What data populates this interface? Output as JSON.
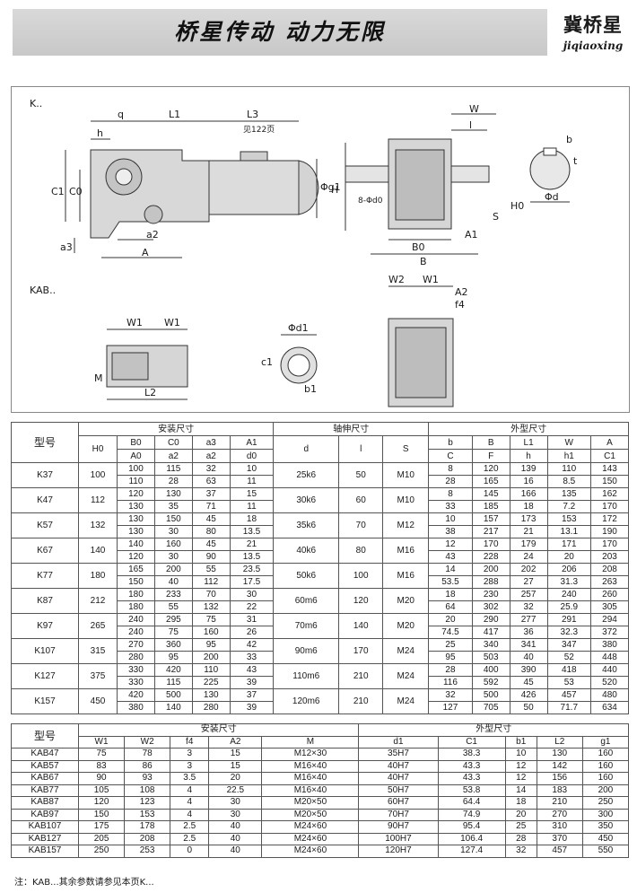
{
  "header": {
    "title": "桥星传动  动力无限"
  },
  "brand": {
    "cn": "冀桥星",
    "en": "jiqiaoxing"
  },
  "drawing": {
    "label_k": "K..",
    "label_kab": "KAB..",
    "note_122": "见122页",
    "dims": {
      "q": "q",
      "L1": "L1",
      "L3": "L3",
      "h": "h",
      "C1": "C1",
      "C0": "C0",
      "a3": "a3",
      "a2": "a2",
      "A": "A",
      "g1": "Φg1",
      "W": "W",
      "l": "l",
      "H": "H",
      "d0": "8-Φd0",
      "S": "S",
      "H0": "H0",
      "B0": "B0",
      "A1": "A1",
      "B": "B",
      "b": "b",
      "t": "t",
      "d": "Φd",
      "W2": "W2",
      "W1": "W1",
      "A2": "A2",
      "f4": "f4",
      "M": "M",
      "L2": "L2",
      "d1": "Φd1",
      "c1": "c1",
      "b1": "b1"
    }
  },
  "table1": {
    "h_model": "型号",
    "h_install": "安装尺寸",
    "h_shaft": "轴伸尺寸",
    "h_outline": "外型尺寸",
    "sub1": [
      "H0",
      "B0",
      "C0",
      "a3",
      "A1",
      "d",
      "l",
      "S",
      "b",
      "B",
      "L1",
      "W",
      "A"
    ],
    "sub2": [
      "A0",
      "a2",
      "a2",
      "d0",
      "C",
      "F",
      "h",
      "h1",
      "C1"
    ],
    "rows": [
      {
        "m": "K37",
        "H0": "100",
        "r1": [
          "100",
          "115",
          "32",
          "10"
        ],
        "r2": [
          "110",
          "28",
          "63",
          "11"
        ],
        "d": "25k6",
        "l": "50",
        "S": "M10",
        "o1": [
          "8",
          "120",
          "139",
          "110",
          "143"
        ],
        "o2": [
          "28",
          "165",
          "16",
          "8.5",
          "150"
        ]
      },
      {
        "m": "K47",
        "H0": "112",
        "r1": [
          "120",
          "130",
          "37",
          "15"
        ],
        "r2": [
          "130",
          "35",
          "71",
          "11"
        ],
        "d": "30k6",
        "l": "60",
        "S": "M10",
        "o1": [
          "8",
          "145",
          "166",
          "135",
          "162"
        ],
        "o2": [
          "33",
          "185",
          "18",
          "7.2",
          "170"
        ]
      },
      {
        "m": "K57",
        "H0": "132",
        "r1": [
          "130",
          "150",
          "45",
          "18"
        ],
        "r2": [
          "130",
          "30",
          "80",
          "13.5"
        ],
        "d": "35k6",
        "l": "70",
        "S": "M12",
        "o1": [
          "10",
          "157",
          "173",
          "153",
          "172"
        ],
        "o2": [
          "38",
          "217",
          "21",
          "13.1",
          "190"
        ]
      },
      {
        "m": "K67",
        "H0": "140",
        "r1": [
          "140",
          "160",
          "45",
          "21"
        ],
        "r2": [
          "120",
          "30",
          "90",
          "13.5"
        ],
        "d": "40k6",
        "l": "80",
        "S": "M16",
        "o1": [
          "12",
          "170",
          "179",
          "171",
          "170"
        ],
        "o2": [
          "43",
          "228",
          "24",
          "20",
          "203"
        ]
      },
      {
        "m": "K77",
        "H0": "180",
        "r1": [
          "165",
          "200",
          "55",
          "23.5"
        ],
        "r2": [
          "150",
          "40",
          "112",
          "17.5"
        ],
        "d": "50k6",
        "l": "100",
        "S": "M16",
        "o1": [
          "14",
          "200",
          "202",
          "206",
          "208"
        ],
        "o2": [
          "53.5",
          "288",
          "27",
          "31.3",
          "263"
        ]
      },
      {
        "m": "K87",
        "H0": "212",
        "r1": [
          "180",
          "233",
          "70",
          "30"
        ],
        "r2": [
          "180",
          "55",
          "132",
          "22"
        ],
        "d": "60m6",
        "l": "120",
        "S": "M20",
        "o1": [
          "18",
          "230",
          "257",
          "240",
          "260"
        ],
        "o2": [
          "64",
          "302",
          "32",
          "25.9",
          "305"
        ]
      },
      {
        "m": "K97",
        "H0": "265",
        "r1": [
          "240",
          "295",
          "75",
          "31"
        ],
        "r2": [
          "240",
          "75",
          "160",
          "26"
        ],
        "d": "70m6",
        "l": "140",
        "S": "M20",
        "o1": [
          "20",
          "290",
          "277",
          "291",
          "294"
        ],
        "o2": [
          "74.5",
          "417",
          "36",
          "32.3",
          "372"
        ]
      },
      {
        "m": "K107",
        "H0": "315",
        "r1": [
          "270",
          "360",
          "95",
          "42"
        ],
        "r2": [
          "280",
          "95",
          "200",
          "33"
        ],
        "d": "90m6",
        "l": "170",
        "S": "M24",
        "o1": [
          "25",
          "340",
          "341",
          "347",
          "380"
        ],
        "o2": [
          "95",
          "503",
          "40",
          "52",
          "448"
        ]
      },
      {
        "m": "K127",
        "H0": "375",
        "r1": [
          "330",
          "420",
          "110",
          "43"
        ],
        "r2": [
          "330",
          "115",
          "225",
          "39"
        ],
        "d": "110m6",
        "l": "210",
        "S": "M24",
        "o1": [
          "28",
          "400",
          "390",
          "418",
          "440"
        ],
        "o2": [
          "116",
          "592",
          "45",
          "53",
          "520"
        ]
      },
      {
        "m": "K157",
        "H0": "450",
        "r1": [
          "420",
          "500",
          "130",
          "37"
        ],
        "r2": [
          "380",
          "140",
          "280",
          "39"
        ],
        "d": "120m6",
        "l": "210",
        "S": "M24",
        "o1": [
          "32",
          "500",
          "426",
          "457",
          "480"
        ],
        "o2": [
          "127",
          "705",
          "50",
          "71.7",
          "634"
        ]
      }
    ]
  },
  "table2": {
    "h_model": "型号",
    "h_install": "安装尺寸",
    "h_outline": "外型尺寸",
    "cols": [
      "W1",
      "W2",
      "f4",
      "A2",
      "M",
      "d1",
      "C1",
      "b1",
      "L2",
      "g1"
    ],
    "rows": [
      [
        "KAB47",
        "75",
        "78",
        "3",
        "15",
        "M12×30",
        "35H7",
        "38.3",
        "10",
        "130",
        "160"
      ],
      [
        "KAB57",
        "83",
        "86",
        "3",
        "15",
        "M16×40",
        "40H7",
        "43.3",
        "12",
        "142",
        "160"
      ],
      [
        "KAB67",
        "90",
        "93",
        "3.5",
        "20",
        "M16×40",
        "40H7",
        "43.3",
        "12",
        "156",
        "160"
      ],
      [
        "KAB77",
        "105",
        "108",
        "4",
        "22.5",
        "M16×40",
        "50H7",
        "53.8",
        "14",
        "183",
        "200"
      ],
      [
        "KAB87",
        "120",
        "123",
        "4",
        "30",
        "M20×50",
        "60H7",
        "64.4",
        "18",
        "210",
        "250"
      ],
      [
        "KAB97",
        "150",
        "153",
        "4",
        "30",
        "M20×50",
        "70H7",
        "74.9",
        "20",
        "270",
        "300"
      ],
      [
        "KAB107",
        "175",
        "178",
        "2.5",
        "40",
        "M24×60",
        "90H7",
        "95.4",
        "25",
        "310",
        "350"
      ],
      [
        "KAB127",
        "205",
        "208",
        "2.5",
        "40",
        "M24×60",
        "100H7",
        "106.4",
        "28",
        "370",
        "450"
      ],
      [
        "KAB157",
        "250",
        "253",
        "0",
        "40",
        "M24×60",
        "120H7",
        "127.4",
        "32",
        "457",
        "550"
      ]
    ]
  },
  "footnote": "注：KAB...其余参数请参见本页K..."
}
